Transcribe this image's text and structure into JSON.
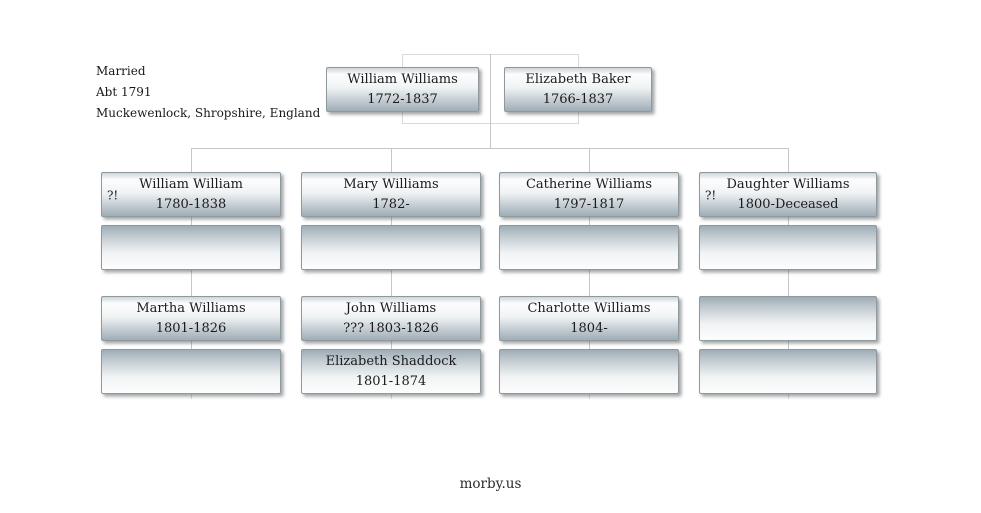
{
  "marriage_note": {
    "status": "Married",
    "date": "Abt 1791",
    "place": "Muckewenlock, Shropshire, England"
  },
  "footer": {
    "site": "morby.us"
  },
  "colors": {
    "box_border": "#8f989d",
    "box_gradient_light": "#fdfdfe",
    "box_gradient_dark": "#9fadb6",
    "connector_line": "#c3c7c9",
    "bracket_line": "#d7dadb",
    "text": "#1b1b1b",
    "background": "#ffffff"
  },
  "tree": {
    "parents": [
      {
        "name": "William Williams",
        "dates": "1772-1837"
      },
      {
        "name": "Elizabeth Baker",
        "dates": "1766-1837"
      }
    ],
    "children": [
      {
        "flag": "?!",
        "name": "William William",
        "dates": "1780-1838"
      },
      {
        "flag": "",
        "name": "Mary Williams",
        "dates": "1782-"
      },
      {
        "flag": "",
        "name": "Catherine Williams",
        "dates": "1797-1817"
      },
      {
        "flag": "?!",
        "name": "Daughter Williams",
        "dates": "1800-Deceased"
      }
    ],
    "children_spouses": [
      {
        "name": "",
        "dates": ""
      },
      {
        "name": "",
        "dates": ""
      },
      {
        "name": "",
        "dates": ""
      },
      {
        "name": "",
        "dates": ""
      }
    ],
    "grandchildren": [
      {
        "name": "Martha Williams",
        "dates": "1801-1826"
      },
      {
        "name": "John Williams",
        "dates": "??? 1803-1826"
      },
      {
        "name": "Charlotte Williams",
        "dates": "1804-"
      },
      {
        "name": "",
        "dates": ""
      }
    ],
    "grandchildren_spouses": [
      {
        "name": "",
        "dates": ""
      },
      {
        "name": "Elizabeth Shaddock",
        "dates": "1801-1874"
      },
      {
        "name": "",
        "dates": ""
      },
      {
        "name": "",
        "dates": ""
      }
    ]
  }
}
